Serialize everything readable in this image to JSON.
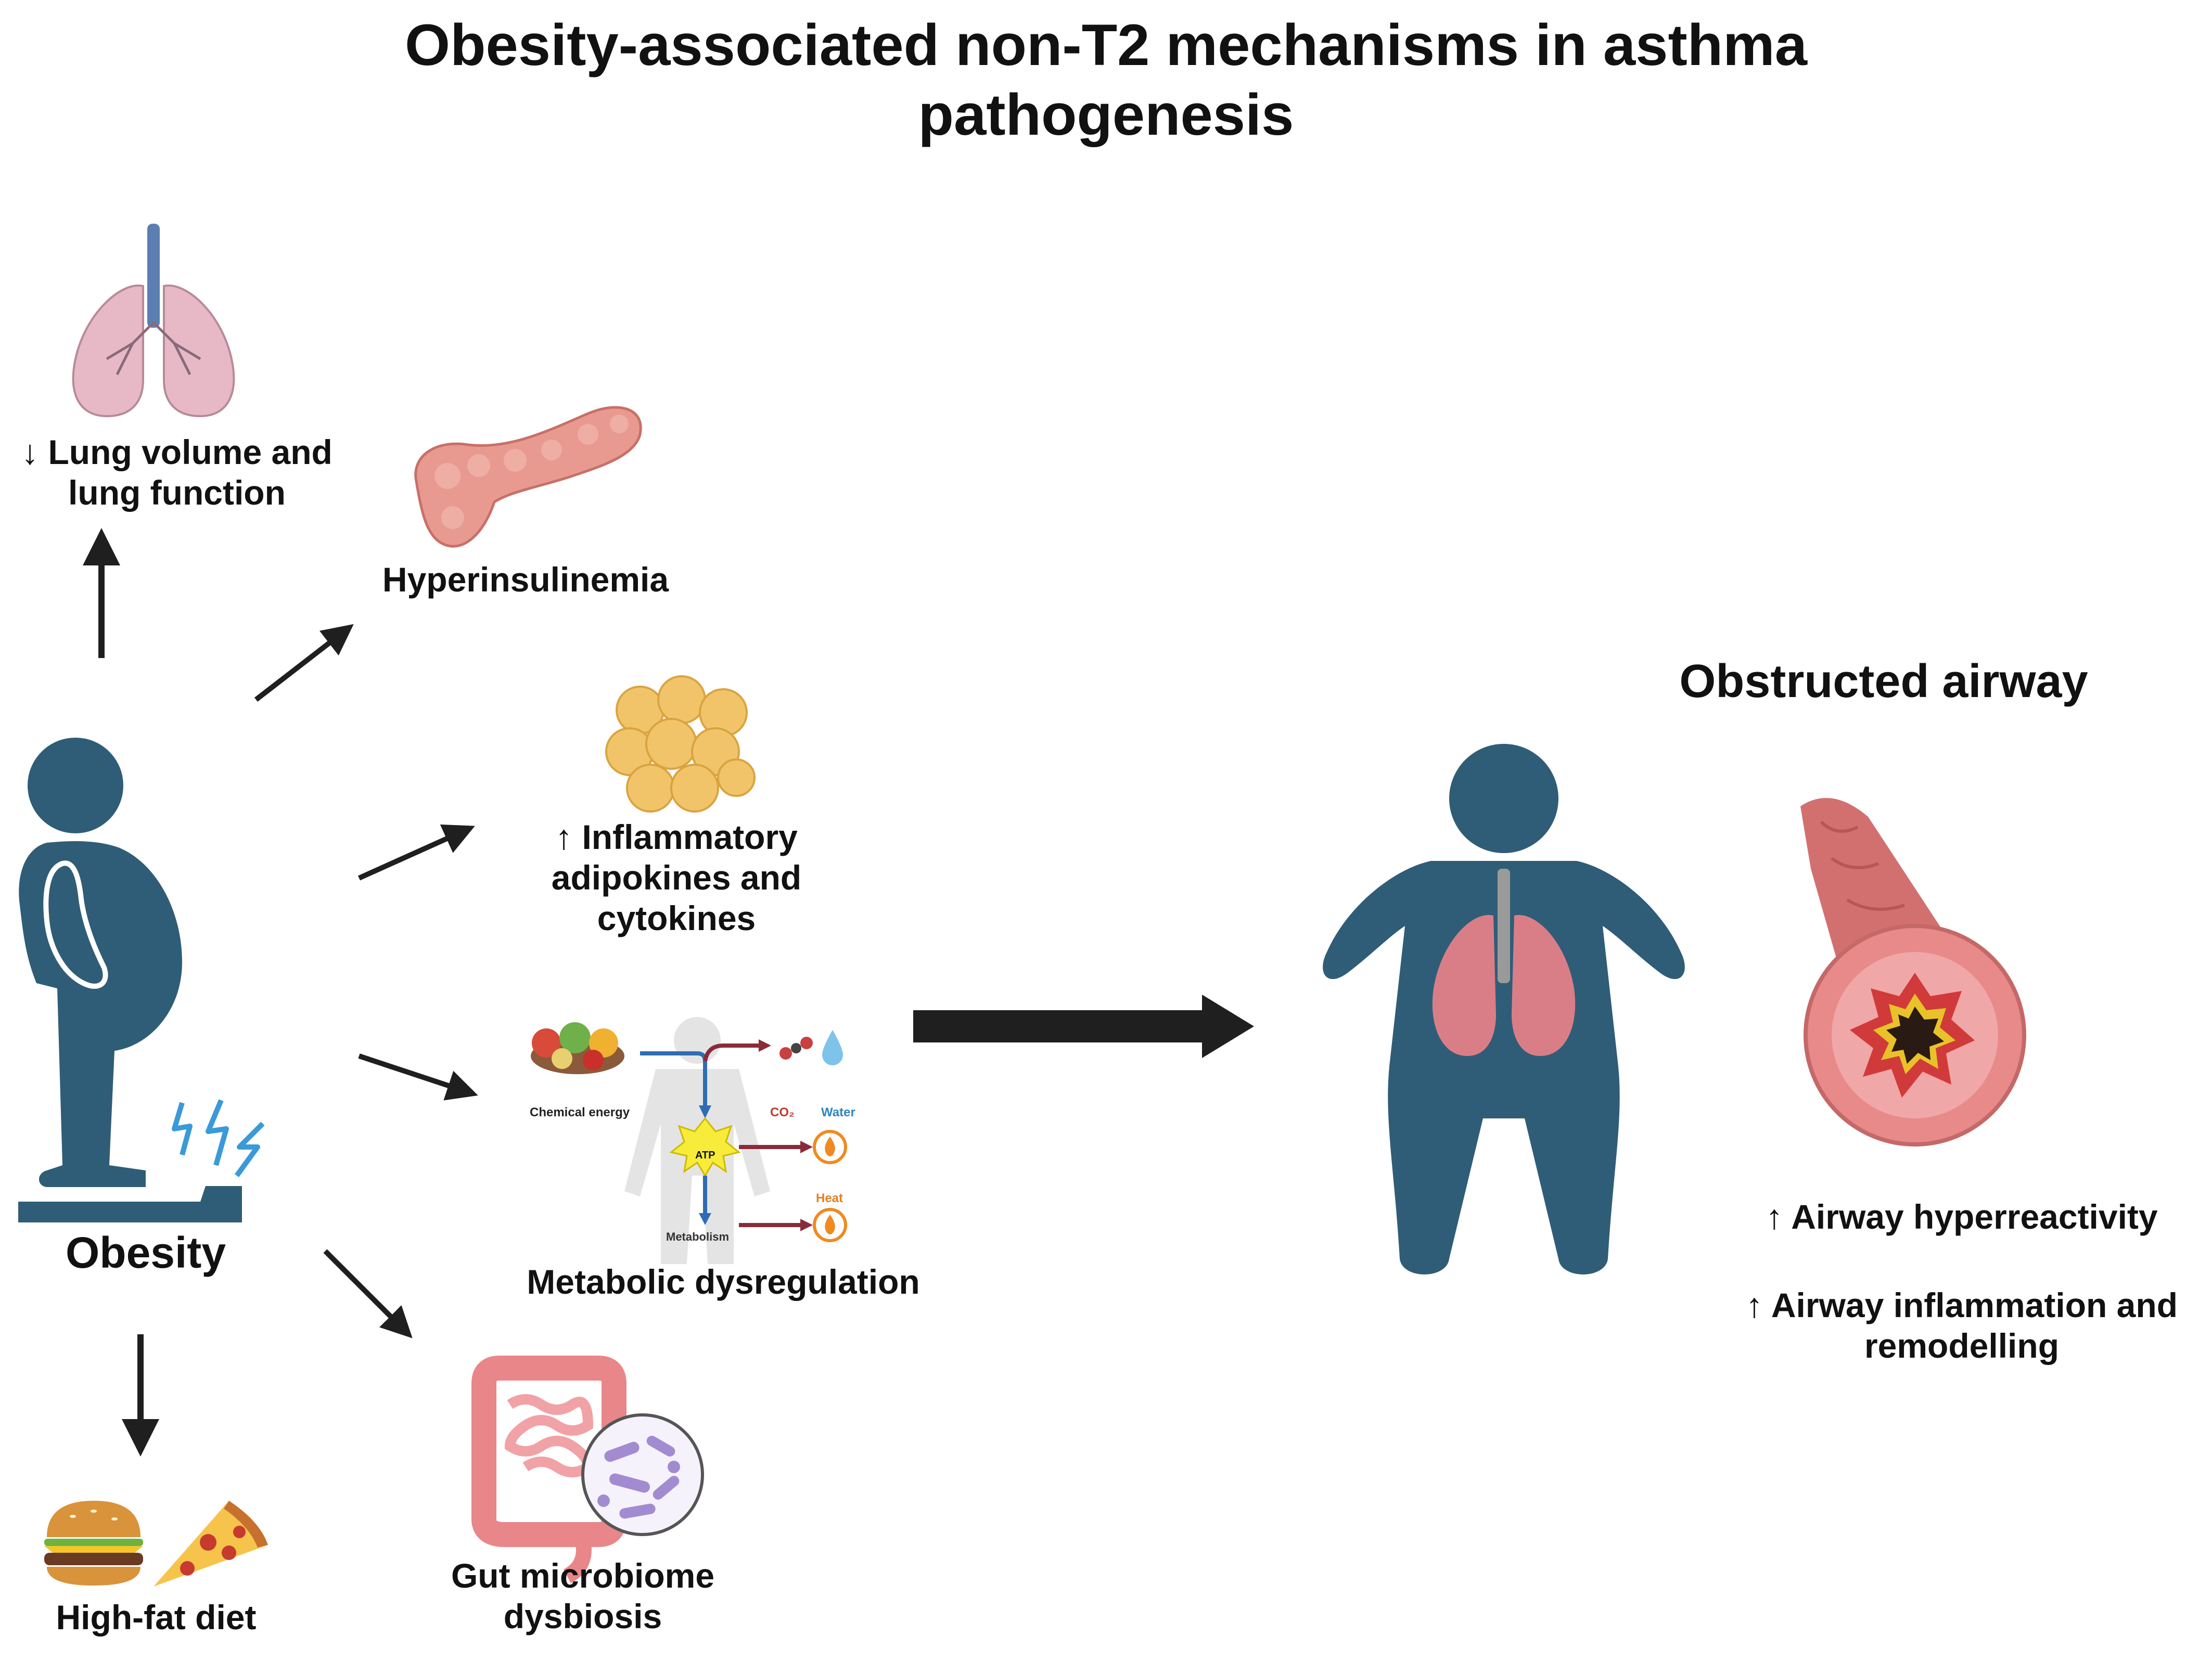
{
  "title": {
    "line1": "Obesity-associated non-T2 mechanisms in asthma",
    "line2": "pathogenesis"
  },
  "center_node": {
    "label": "Obesity"
  },
  "outcomes": {
    "lung": {
      "line1": "↓ Lung volume and",
      "line2": "lung function"
    },
    "hyperinsulinemia": {
      "label": "Hyperinsulinemia"
    },
    "adipokines": {
      "line1": "↑ Inflammatory",
      "line2": "adipokines and",
      "line3": "cytokines"
    },
    "metabolic": {
      "label": "Metabolic dysregulation"
    },
    "gut": {
      "line1": "Gut microbiome",
      "line2": "dysbiosis"
    },
    "diet": {
      "label": "High-fat diet"
    }
  },
  "metabolism_inset": {
    "chemical_energy": "Chemical energy",
    "co2": "CO₂",
    "water": "Water",
    "atp": "ATP",
    "heat": "Heat",
    "metabolism": "Metabolism"
  },
  "result": {
    "heading": "Obstructed airway",
    "effect1": "↑ Airway hyperreactivity",
    "effect2_line1": "↑ Airway inflammation and",
    "effect2_line2": "remodelling"
  },
  "colors": {
    "figure_body": "#2f5d77",
    "arrow": "#1f1f1f",
    "lung_pink": "#e7b9c6",
    "pancreas": "#e89a90",
    "fat": "#f2c46a",
    "airway": "#d66a6a",
    "lightning": "#3a9ad9"
  },
  "icons": [
    "lungs-icon",
    "pancreas-icon",
    "fat-cells-icon",
    "metabolism-icon",
    "intestine-icon",
    "bacteria-icon",
    "burger-icon",
    "pizza-icon",
    "obese-person-icon",
    "scale-icon",
    "airway-icon"
  ]
}
